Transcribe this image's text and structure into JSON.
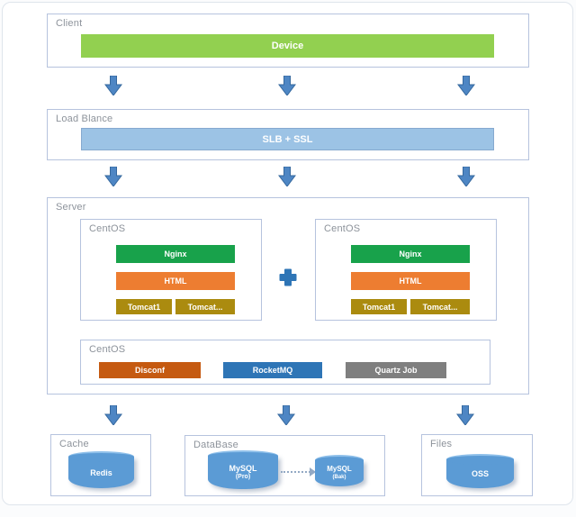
{
  "client": {
    "label": "Client",
    "device": "Device"
  },
  "load_balance": {
    "label": "Load Blance",
    "slb": "SLB + SSL"
  },
  "server": {
    "label": "Server",
    "web_nodes": [
      {
        "label": "CentOS",
        "nginx": "Nginx",
        "html": "HTML",
        "tomcat1": "Tomcat1",
        "tomcat_more": "Tomcat..."
      },
      {
        "label": "CentOS",
        "nginx": "Nginx",
        "html": "HTML",
        "tomcat1": "Tomcat1",
        "tomcat_more": "Tomcat..."
      }
    ],
    "middleware_node": {
      "label": "CentOS",
      "services": [
        {
          "label": "Disconf",
          "color": "#c55a11"
        },
        {
          "label": "RocketMQ",
          "color": "#2e75b6"
        },
        {
          "label": "Quartz Job",
          "color": "#7f7f7f"
        }
      ]
    }
  },
  "cache": {
    "label": "Cache",
    "redis": "Redis"
  },
  "database": {
    "label": "DataBase",
    "mysql_pro_name": "MySQL",
    "mysql_pro_sub": "(Pro)",
    "mysql_bak_name": "MySQL",
    "mysql_bak_sub": "(Bak)"
  },
  "files": {
    "label": "Files",
    "oss": "OSS"
  },
  "icons": {
    "down_arrow": "down-arrow-icon",
    "plus": "plus-icon",
    "database_cylinder": "database-cylinder-icon"
  },
  "colors": {
    "device_green": "#92d050",
    "slb_blue": "#9cc3e5",
    "nginx_green": "#18a24b",
    "html_orange": "#ed7d31",
    "tomcat_gold": "#ab8b0f",
    "disconf_rust": "#c55a11",
    "rocketmq_blue": "#2e75b6",
    "quartz_gray": "#7f7f7f",
    "cylinder_blue": "#5b9bd5",
    "arrow_blue": "#4e86c4",
    "plus_blue": "#2e75b6",
    "box_border": "#b6c3de"
  }
}
